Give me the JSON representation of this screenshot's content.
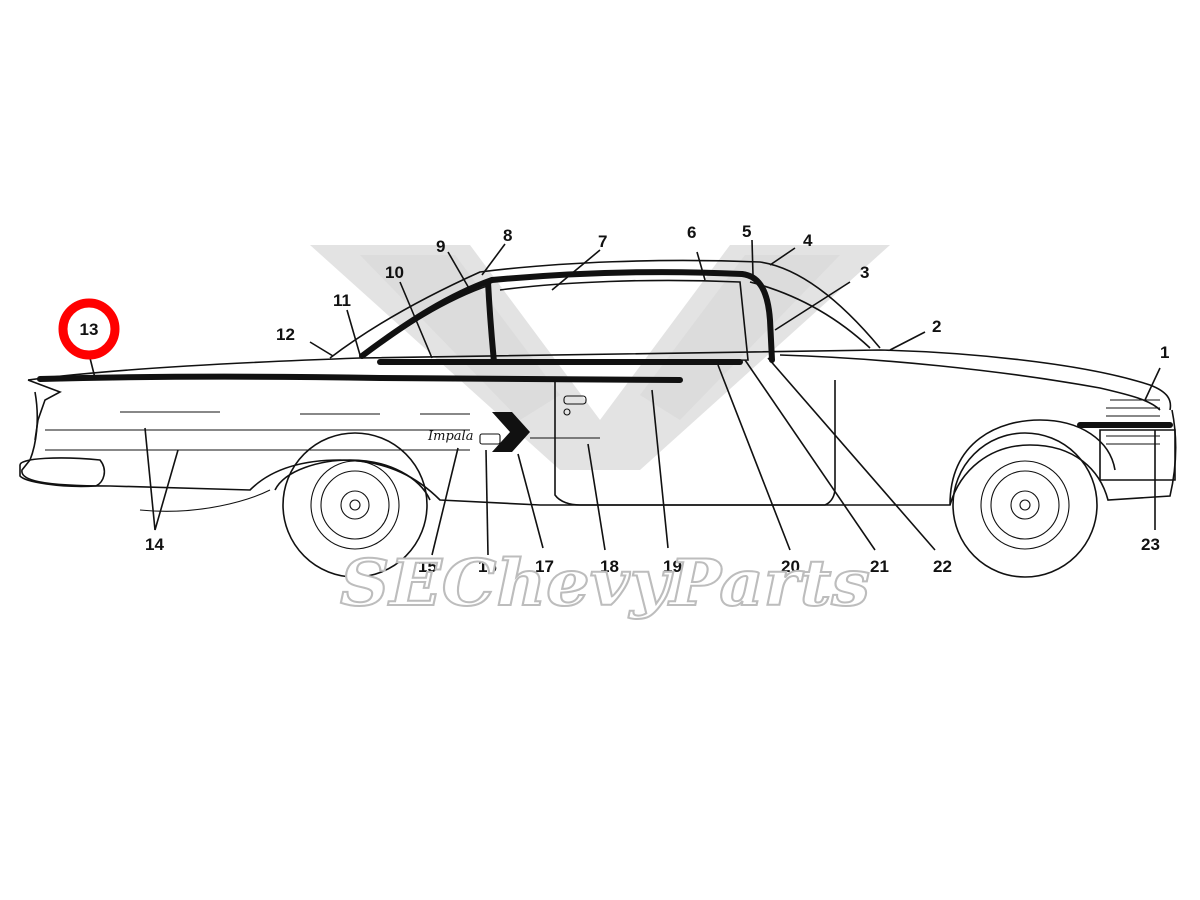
{
  "diagram": {
    "callouts": [
      {
        "id": "1",
        "label": "1"
      },
      {
        "id": "2",
        "label": "2"
      },
      {
        "id": "3",
        "label": "3"
      },
      {
        "id": "4",
        "label": "4"
      },
      {
        "id": "5",
        "label": "5"
      },
      {
        "id": "6",
        "label": "6"
      },
      {
        "id": "7",
        "label": "7"
      },
      {
        "id": "8",
        "label": "8"
      },
      {
        "id": "9",
        "label": "9"
      },
      {
        "id": "10",
        "label": "10"
      },
      {
        "id": "11",
        "label": "11"
      },
      {
        "id": "12",
        "label": "12"
      },
      {
        "id": "13",
        "label": "13",
        "highlighted": true
      },
      {
        "id": "14",
        "label": "14"
      },
      {
        "id": "15",
        "label": "15"
      },
      {
        "id": "16",
        "label": "16"
      },
      {
        "id": "17",
        "label": "17"
      },
      {
        "id": "18",
        "label": "18"
      },
      {
        "id": "19",
        "label": "19"
      },
      {
        "id": "20",
        "label": "20"
      },
      {
        "id": "21",
        "label": "21"
      },
      {
        "id": "22",
        "label": "22"
      },
      {
        "id": "23",
        "label": "23"
      }
    ],
    "highlight_color": "#ff0000",
    "line_color": "#111111",
    "background_color": "#ffffff"
  },
  "emblem": {
    "script_text": "Impala"
  },
  "watermark": {
    "text": "SEChevyParts",
    "logo_text": "V"
  }
}
